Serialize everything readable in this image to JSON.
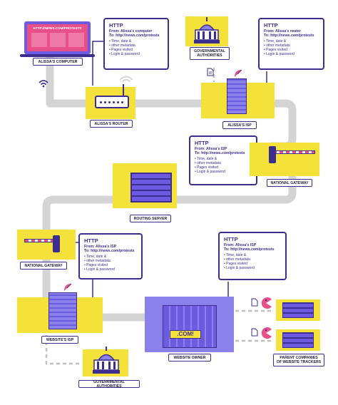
{
  "colors": {
    "accent": "#3d2d8f",
    "yellow": "#f4e23a",
    "road": "#d4d4d4",
    "dashed": "#c0c0c0",
    "pink": "#e9508a",
    "server": "#6c5ae0",
    "building": "#8b81ea"
  },
  "nodes": {
    "alissa_computer": {
      "label": "ALISSA'S COMPUTER",
      "screen": "HTTP://NEWS.COM/PROTESTS"
    },
    "alissa_router": {
      "label": "ALISSA'S ROUTER"
    },
    "alissa_isp": {
      "label": "ALISSA'S ISP"
    },
    "gov_top": {
      "label_line1": "GOVERNMENTAL",
      "label_line2": "AUTHORITIES"
    },
    "national_gateway_right": {
      "label": "NATIONAL GATEWAY"
    },
    "routing_server": {
      "label": "ROUTING SERVER"
    },
    "national_gateway_left": {
      "label": "NATIONAL GATEWAY"
    },
    "website_isp": {
      "label": "WEBSITE'S ISP"
    },
    "website_owner": {
      "label": "WEBSITE OWNER",
      "sign": ".COM!"
    },
    "gov_bottom": {
      "label": "GOVERNMENTAL AUTHORITIES"
    },
    "trackers": {
      "label_line1": "PARENT COMPANIES",
      "label_line2": "OF WEBSITE TRACKERS"
    }
  },
  "http_boxes": [
    {
      "title": "HTTP",
      "from": "From: Alissa's computer",
      "to": "To: http://news.com/protests",
      "items": [
        "Time, date &",
        "other metadata",
        "Pages visited",
        "Login & password"
      ]
    },
    {
      "title": "HTTP",
      "from": "From: Alissa's router",
      "to": "To: http://news.com/protests",
      "items": [
        "Time, date &",
        "other metadata",
        "Pages visited",
        "Login & password"
      ]
    },
    {
      "title": "HTTP",
      "from": "From: Alissa's ISP",
      "to": "To: http://news.com/protests",
      "items": [
        "Time, date &",
        "other metadata",
        "Pages visited",
        "Login & password"
      ]
    },
    {
      "title": "HTTP",
      "from": "From: Alissa's ISP",
      "to": "To: http://news.com/protests",
      "items": [
        "Time, date &",
        "other metadata",
        "Pages visited",
        "Login & password"
      ]
    },
    {
      "title": "HTTP",
      "from": "From: Alissa's ISP",
      "to": "To: http://news.com/protests",
      "items": [
        "Time, date &",
        "other metadata",
        "Pages visited",
        "Login & password"
      ]
    }
  ]
}
